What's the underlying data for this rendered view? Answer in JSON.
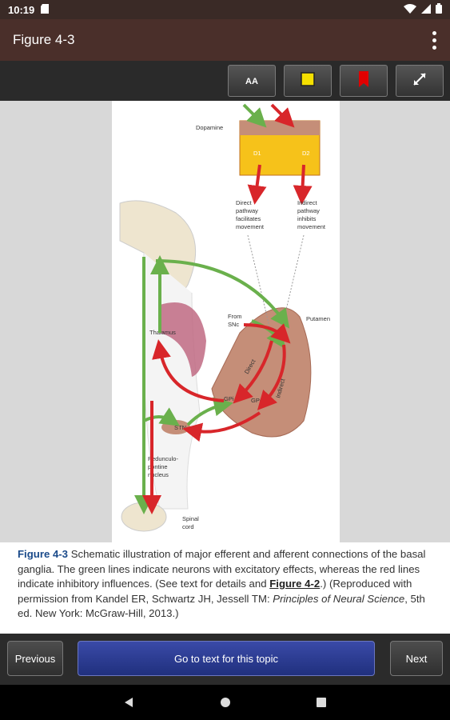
{
  "status_bar": {
    "time": "10:19"
  },
  "app_bar": {
    "title": "Figure 4-3"
  },
  "toolbar": {
    "font_label": "AA"
  },
  "figure": {
    "labels": {
      "dopamine": "Dopamine",
      "d1": "D1",
      "d2": "D2",
      "direct_pathway": [
        "Direct",
        "pathway",
        "facilitates",
        "movement"
      ],
      "indirect_pathway": [
        "Indirect",
        "pathway",
        "inhibits",
        "movement"
      ],
      "putamen": "Putamen",
      "from_snc": [
        "From",
        "SNc"
      ],
      "thalamus": "Thalamus",
      "direct": "Direct",
      "indirect": "Indirect",
      "gpi": "GPi",
      "gpe": "GPe",
      "stn": "STN",
      "pedunculopontine": [
        "Pedunculo-",
        "pontine",
        "nucleus"
      ],
      "spinal_cord": [
        "Spinal",
        "cord"
      ]
    }
  },
  "caption": {
    "fig_ref": "Figure 4-3",
    "text1": " Schematic illustration of major efferent and afferent connections of the basal ganglia. The green lines indicate neurons with excitatory effects, whereas the red lines indicate inhibitory influences. (See text for details and ",
    "link": "Figure 4-2",
    "text2": ".) (Reproduced with permission from Kandel ER, Schwartz JH, Jessell TM: ",
    "book": "Principles of Neural Science",
    "text3": ", 5th ed. New York: McGraw-Hill, 2013.)"
  },
  "nav": {
    "previous": "Previous",
    "goto": "Go to text for this topic",
    "next": "Next"
  }
}
